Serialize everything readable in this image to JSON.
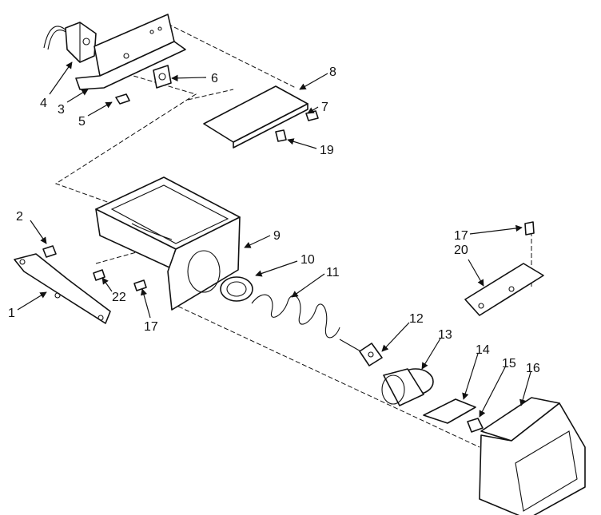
{
  "callouts": [
    "1",
    "2",
    "3",
    "4",
    "5",
    "6",
    "7",
    "8",
    "9",
    "10",
    "11",
    "12",
    "13",
    "14",
    "15",
    "16",
    "17",
    "17",
    "19",
    "20",
    "22"
  ],
  "colors": {
    "ink": "#111111",
    "paper": "#ffffff"
  }
}
